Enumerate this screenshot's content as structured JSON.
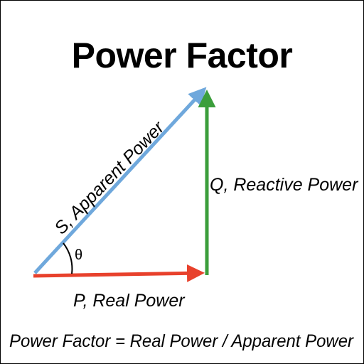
{
  "title": "Power Factor",
  "labels": {
    "apparent": "S, Apparent Power",
    "reactive": "Q, Reactive Power",
    "real": "P, Real Power",
    "angle": "θ"
  },
  "formula": "Power Factor = Real Power / Apparent Power",
  "colors": {
    "apparent": "#6fa8dc",
    "reactive": "#3b9e3b",
    "real": "#e8412c"
  }
}
